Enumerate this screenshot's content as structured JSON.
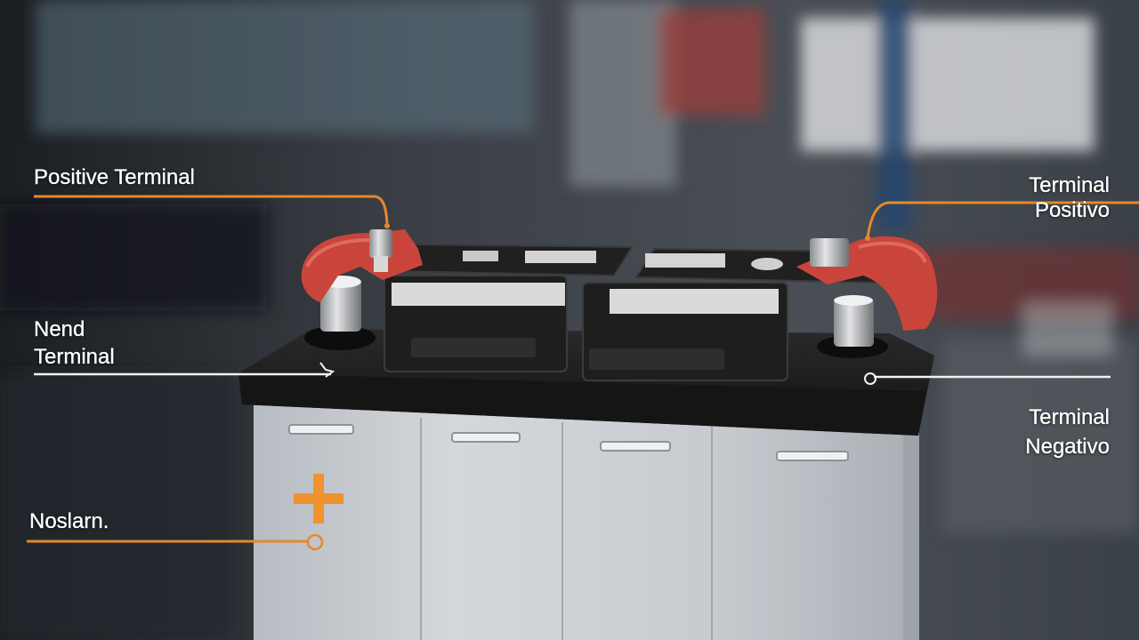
{
  "labels": {
    "top_left": "Positive Terminal",
    "top_right_line1": "Terminal",
    "top_right_line2": "Positivo",
    "mid_left_line1": "Nend",
    "mid_left_line2": "Terminal",
    "mid_right_line1": "Terminal",
    "mid_right_line2": "Negativo",
    "bottom_left": "Noslarn."
  },
  "colors": {
    "leader_orange": "#e5892a",
    "leader_white": "#f2f2f2",
    "plus_sign": "#f0922e",
    "clamp_red": "#c9453c",
    "battery_top": "#1c1c1c",
    "battery_case": "#c9cdd2"
  },
  "icons": {
    "plus_marking": "plus-sign-icon"
  }
}
